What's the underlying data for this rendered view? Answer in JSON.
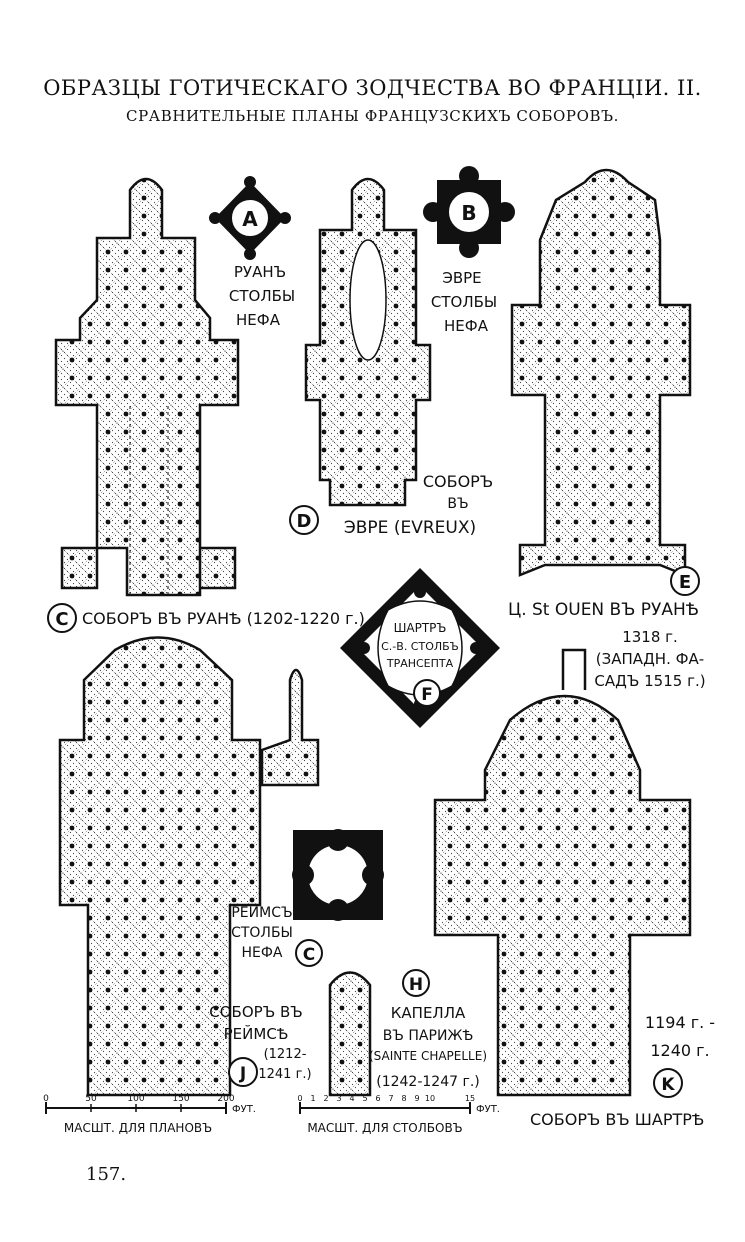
{
  "title": "ОБРАЗЦЫ ГОТИЧЕСКАГО ЗОДЧЕСТВА ВО ФРАНЦІИ. II.",
  "subtitle": "СРАВНИТЕЛЬНЫЕ ПЛАНЫ ФРАНЦУЗСКИХЪ СОБОРОВЪ.",
  "plans": {
    "A": {
      "letter": "A",
      "lines": [
        "РУАНЪ",
        "СТОЛБЫ",
        "НЕФА"
      ]
    },
    "B": {
      "letter": "B",
      "lines": [
        "ЭВРЕ",
        "СТОЛБЫ",
        "НЕФА"
      ]
    },
    "C_plan": {
      "letter": "C",
      "caption": "СОБОРЪ ВЪ РУАНѢ (1202-1220 г.)"
    },
    "D": {
      "letter": "D",
      "lines": [
        "СОБОРЪ",
        "ВЪ"
      ],
      "caption": "ЭВРЕ (EVREUX)"
    },
    "E": {
      "letter": "E",
      "caption": "Ц. St OUEN ВЪ РУАНѢ",
      "lines": [
        "1318 г.",
        "(ЗАПАДН. ФА-",
        "САДЪ 1515 г.)"
      ]
    },
    "F": {
      "letter": "F",
      "lines": [
        "ШАРТРЪ",
        "С.-В. СТОЛБЪ",
        "ТРАНСЕПТА"
      ]
    },
    "C_pier": {
      "letter": "C",
      "lines": [
        "РЕЙМСЪ",
        "СТОЛБЫ",
        "НЕФА"
      ]
    },
    "H": {
      "letter": "H",
      "lines": [
        "КАПЕЛЛА",
        "ВЪ ПАРИЖѢ",
        "(SAINTE CHAPELLE)",
        "(1242-1247 г.)"
      ]
    },
    "J": {
      "letter": "J",
      "lines": [
        "СОБОРЪ ВЪ",
        "РЕЙМСѢ"
      ],
      "years": [
        "(1212-",
        "1241 г.)"
      ]
    },
    "K": {
      "letter": "K",
      "lines": [
        "1194 г. -",
        "1240 г."
      ],
      "caption": "СОБОРЪ ВЪ ШАРТРѢ"
    }
  },
  "scales": {
    "plans": {
      "ticks": [
        "0",
        "50",
        "100",
        "150",
        "200"
      ],
      "unit": "ФУТ.",
      "label": "МАСШТ. ДЛЯ ПЛАНОВЪ"
    },
    "piers": {
      "ticks": [
        "0",
        "1",
        "2",
        "3",
        "4",
        "5",
        "6",
        "7",
        "8",
        "9",
        "10",
        "15"
      ],
      "unit": "ФУТ.",
      "label": "МАСШТ. ДЛЯ СТОЛБОВЪ"
    }
  },
  "page_number": "157."
}
